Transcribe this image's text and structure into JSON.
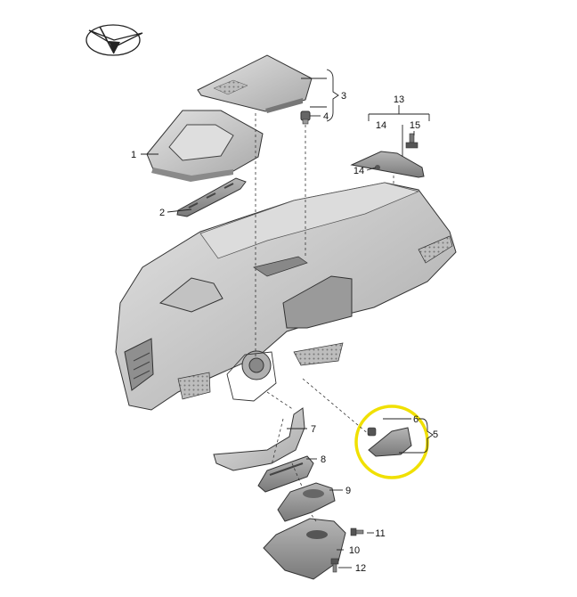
{
  "diagram": {
    "kind": "exploded parts diagram",
    "highlight_color": "#f0e000",
    "part_fill": "#c9c9c9",
    "part_shadow": "#8f8f8f",
    "line_color": "#222222",
    "callouts": [
      {
        "id": "1",
        "label": "1"
      },
      {
        "id": "2",
        "label": "2"
      },
      {
        "id": "3",
        "label": "3"
      },
      {
        "id": "4",
        "label": "4"
      },
      {
        "id": "5",
        "label": "5"
      },
      {
        "id": "6",
        "label": "6"
      },
      {
        "id": "7",
        "label": "7"
      },
      {
        "id": "8",
        "label": "8"
      },
      {
        "id": "9",
        "label": "9"
      },
      {
        "id": "10",
        "label": "10"
      },
      {
        "id": "11",
        "label": "11"
      },
      {
        "id": "12",
        "label": "12"
      },
      {
        "id": "13",
        "label": "13"
      },
      {
        "id": "14a",
        "label": "14"
      },
      {
        "id": "14b",
        "label": "14"
      },
      {
        "id": "15",
        "label": "15"
      }
    ]
  }
}
